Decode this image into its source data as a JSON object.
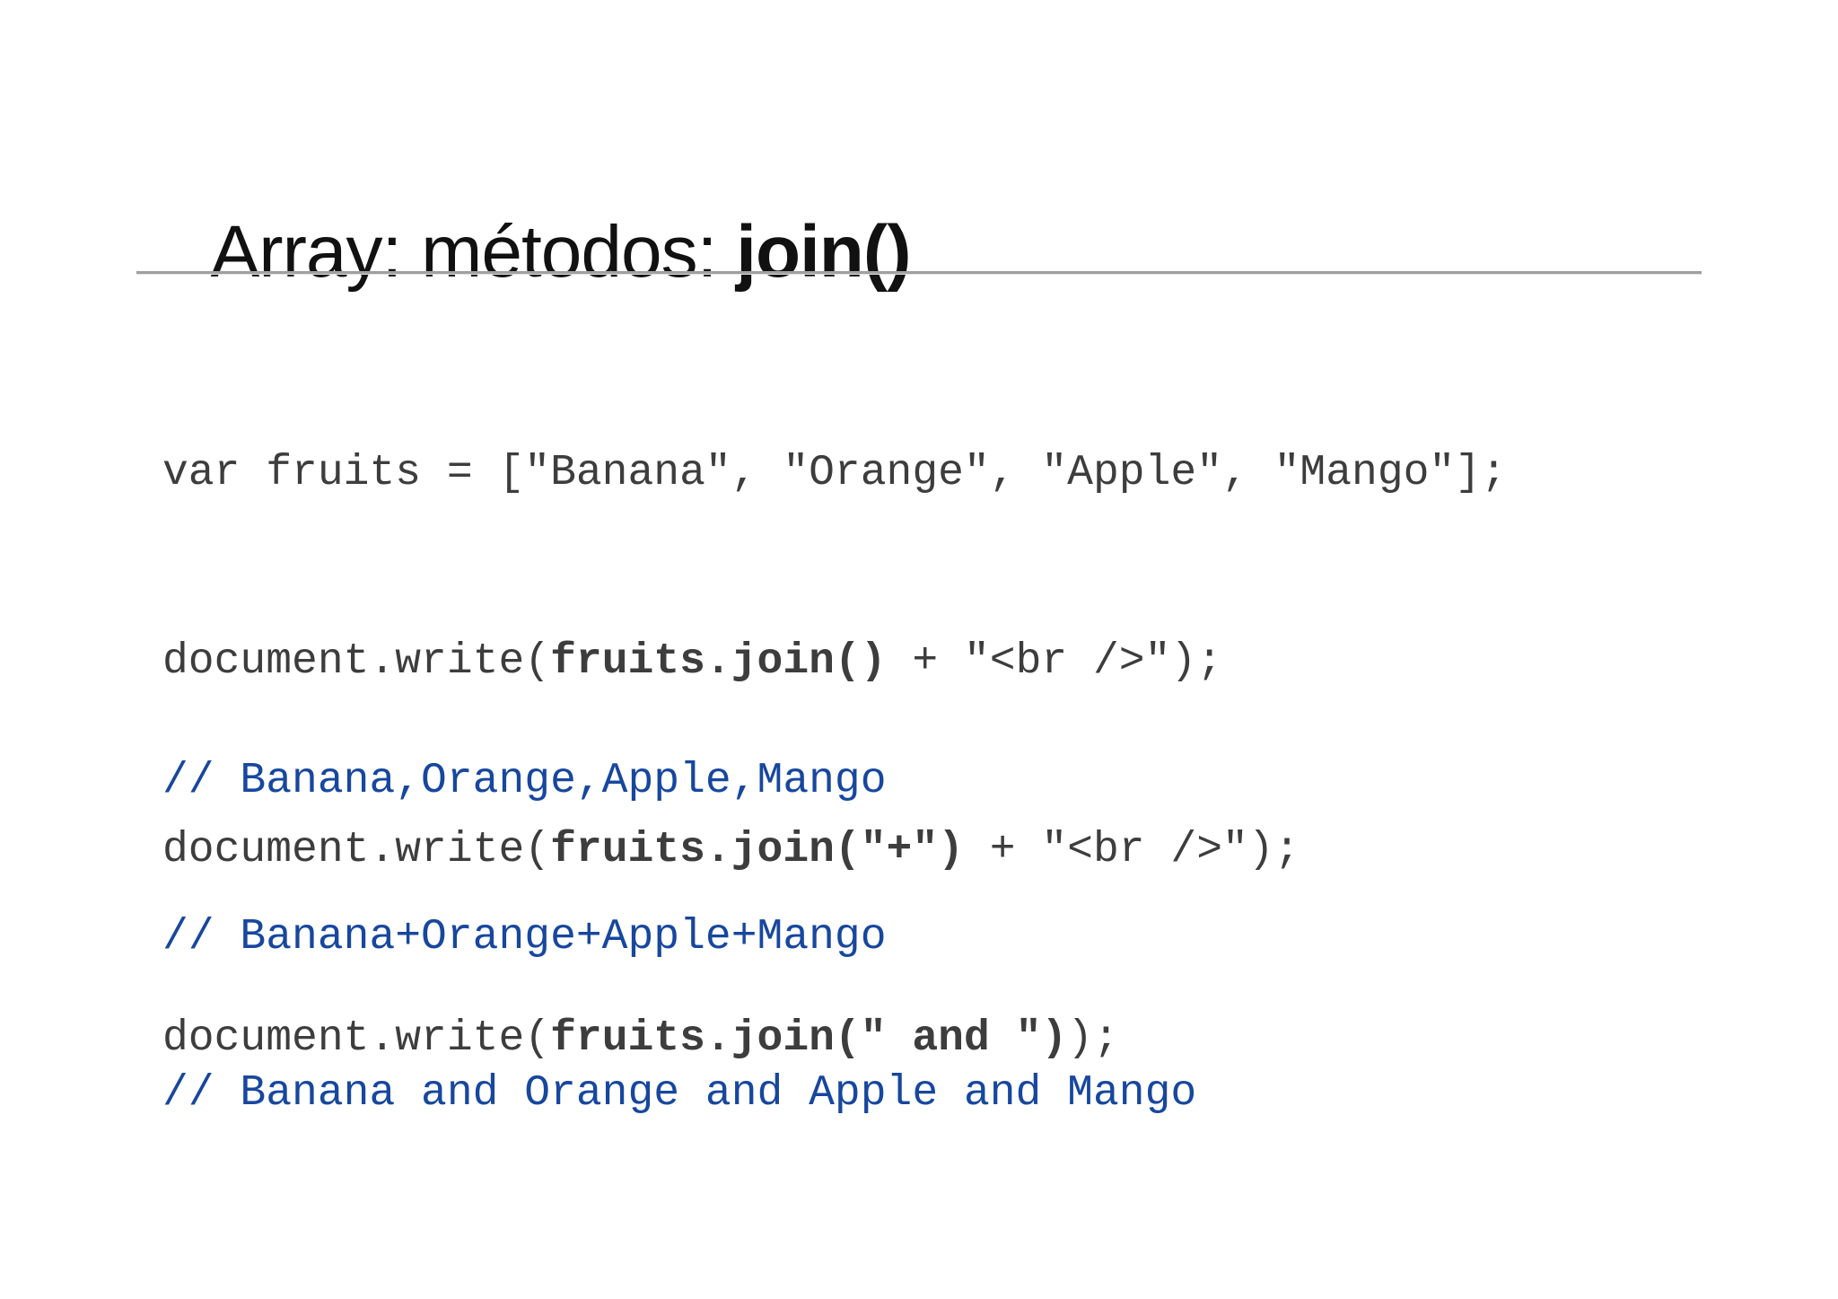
{
  "slide": {
    "title": {
      "regular": "Array: métodos: ",
      "bold": "join()"
    },
    "code": {
      "lines": [
        {
          "pre": "var fruits = [\"Banana\", \"Orange\", \"Apple\", \"Mango\"];",
          "bold": "",
          "post": ""
        },
        {
          "pre": "document.write(",
          "bold": "fruits.join()",
          "post": " + \"<br />\");"
        },
        {
          "pre": "document.write(",
          "bold": "fruits.join(\"+\")",
          "post": " + \"<br />\");"
        },
        {
          "pre": "document.write(",
          "bold": "fruits.join(\" and \")",
          "post": ");"
        }
      ]
    },
    "comments": [
      "// Banana,Orange,Apple,Mango",
      "// Banana+Orange+Apple+Mango",
      "// Banana and Orange and Apple and Mango"
    ],
    "colors": {
      "background": "#ffffff",
      "title_text": "#111111",
      "rule_gray": "#a0a0a0",
      "code_text": "#3d3d3d",
      "comment_blue": "#17479e"
    }
  }
}
